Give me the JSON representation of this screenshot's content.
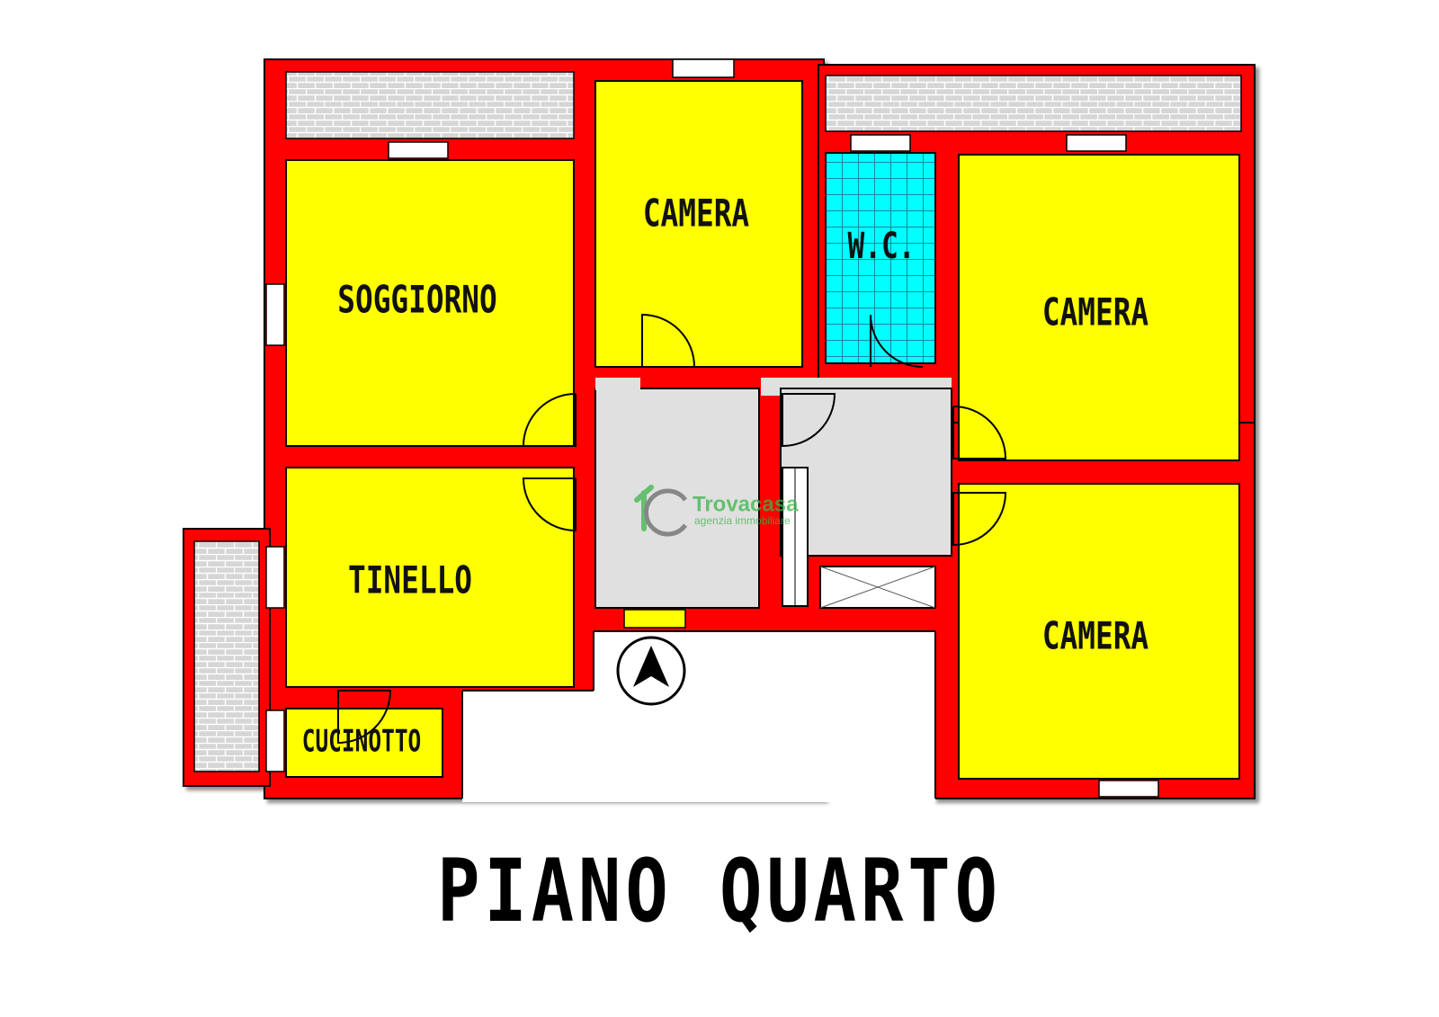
{
  "plan": {
    "title": "PIANO QUARTO",
    "rooms": {
      "soggiorno": "SOGGIORNO",
      "camera_top": "CAMERA",
      "wc": "W.C.",
      "camera_right_top": "CAMERA",
      "tinello": "TINELLO",
      "cucinotto": "CUCINOTTO",
      "camera_right_bottom": "CAMERA"
    },
    "watermark": {
      "brand": "Trovacasa",
      "subtitle": "agenzia immobiliare"
    },
    "icons": {
      "north_arrow": "north-arrow-icon"
    },
    "colors": {
      "wall": "#ff0000",
      "room": "#ffff00",
      "wc": "#00ffff",
      "corridor": "#e0e0e0",
      "balcony": "#d0d0d0",
      "watermark": "#3cb54a"
    }
  }
}
